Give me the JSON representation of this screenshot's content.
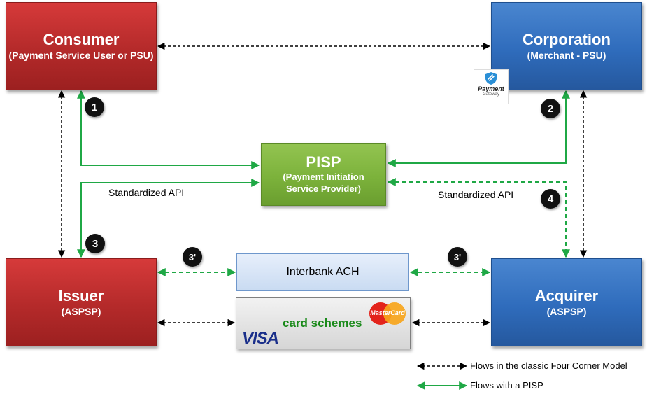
{
  "consumer": {
    "title": "Consumer",
    "subtitle": "(Payment Service User or PSU)"
  },
  "corporation": {
    "title": "Corporation",
    "subtitle": "(Merchant - PSU)"
  },
  "pisp": {
    "title": "PISP",
    "subtitle_line1": "(Payment Initiation",
    "subtitle_line2": "Service Provider)"
  },
  "issuer": {
    "title": "Issuer",
    "subtitle": "(ASPSP)"
  },
  "acquirer": {
    "title": "Acquirer",
    "subtitle": "(ASPSP)"
  },
  "ach": {
    "label": "Interbank ACH"
  },
  "cards": {
    "label": "card schemes",
    "visa": "VISA",
    "mastercard": "MasterCard"
  },
  "gateway": {
    "label": "Payment",
    "sublabel": "Gateway"
  },
  "api_left": "Standardized API",
  "api_right": "Standardized API",
  "steps": [
    "1",
    "2",
    "3",
    "4",
    "3'",
    "3'"
  ],
  "legend": {
    "classic": "Flows in the classic Four Corner Model",
    "pisp": "Flows with a PISP"
  },
  "colors": {
    "red": "#b42a2a",
    "blue": "#2f6cbc",
    "green": "#7cb23b",
    "flow_green": "#1fa845",
    "flow_black": "#000000"
  }
}
